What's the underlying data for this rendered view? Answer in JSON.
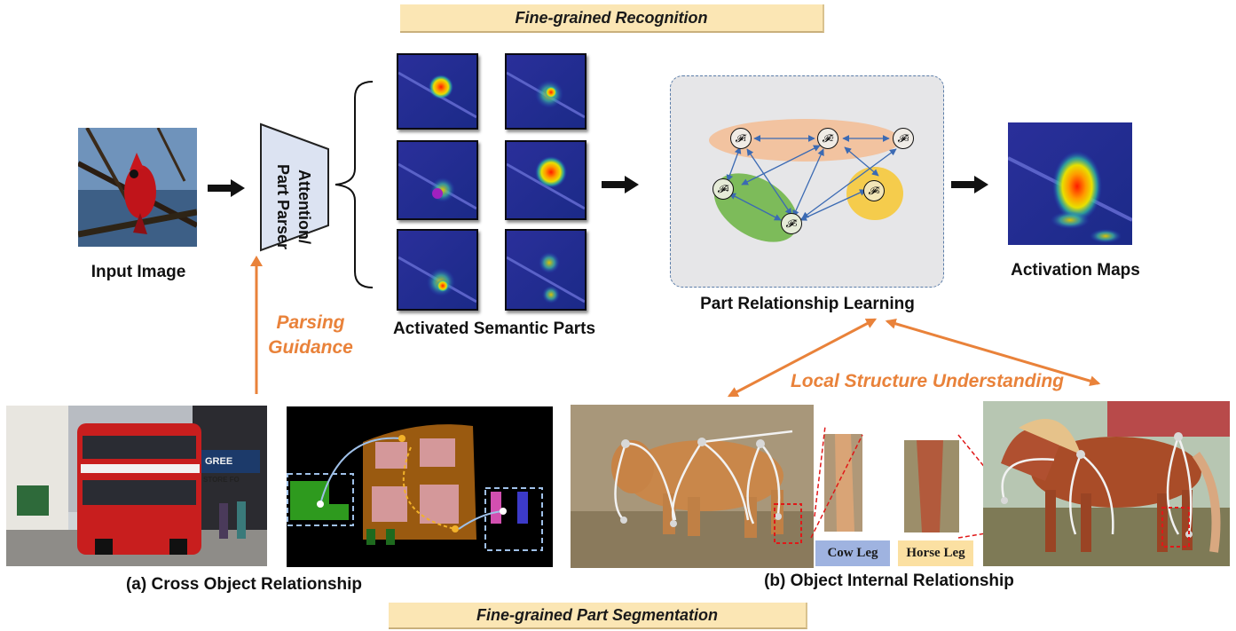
{
  "banners": {
    "top": "Fine-grained Recognition",
    "bottom": "Fine-grained Part Segmentation"
  },
  "labels": {
    "input_image": "Input Image",
    "parser": "Attention/\nPart Parser",
    "activated_parts": "Activated Semantic Parts",
    "part_relationship": "Part Relationship Learning",
    "activation_maps": "Activation Maps",
    "parsing_guidance": "Parsing\nGuidance",
    "local_structure": "Local Structure Understanding",
    "cross_object": "(a) Cross Object Relationship",
    "internal": "(b) Object Internal Relationship",
    "cow_leg": "Cow Leg",
    "horse_leg": "Horse Leg"
  },
  "graph_nodes": [
    {
      "id": "F1",
      "sub": "1"
    },
    {
      "id": "F2",
      "sub": "2"
    },
    {
      "id": "F3",
      "sub": "3"
    },
    {
      "id": "F4",
      "sub": "4"
    },
    {
      "id": "F5",
      "sub": "5"
    },
    {
      "id": "F6",
      "sub": "6"
    }
  ],
  "bus_sign": {
    "line1": "GREE",
    "line2": "STORE FO"
  },
  "colors": {
    "accent_orange": "#e9823a",
    "banner_fill": "#fbe6b4",
    "graph_panel": "#e6e6e8",
    "cluster_orange": "#f2c3a0",
    "cluster_green": "#7dbb5a",
    "cluster_yellow": "#f5cc4c",
    "graph_edge": "#3b6ab3",
    "parser_fill": "#dce3f2",
    "cow_tag": "#9fb3e0",
    "horse_tag": "#fbe0a2"
  }
}
